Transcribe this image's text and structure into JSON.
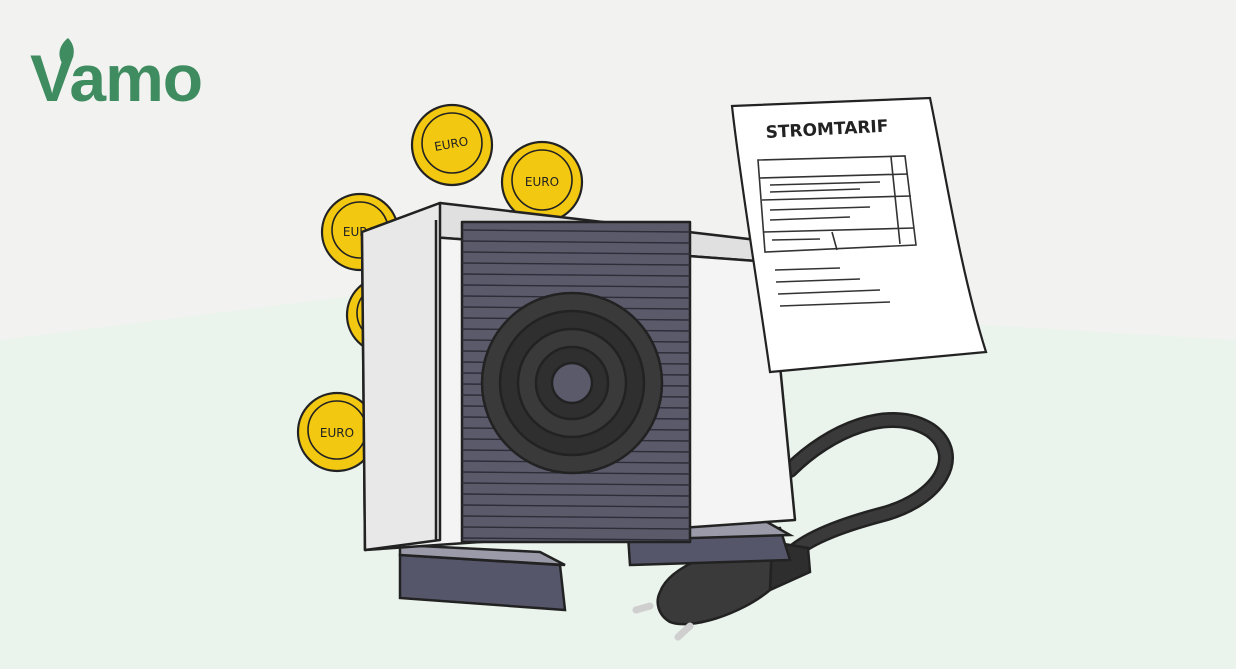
{
  "brand": {
    "name": "Vamo",
    "color": "#3f8c60"
  },
  "coins": {
    "label": "EURO",
    "color": "#f2c811"
  },
  "document": {
    "title": "STROMTARIF"
  },
  "colors": {
    "background": "#f2f3f1",
    "floor": "#eaf3ec",
    "unit_body": "#f4f4f4",
    "grille": "#5a5a6b",
    "feet": "#55566a",
    "cable": "#2a2a2a"
  }
}
